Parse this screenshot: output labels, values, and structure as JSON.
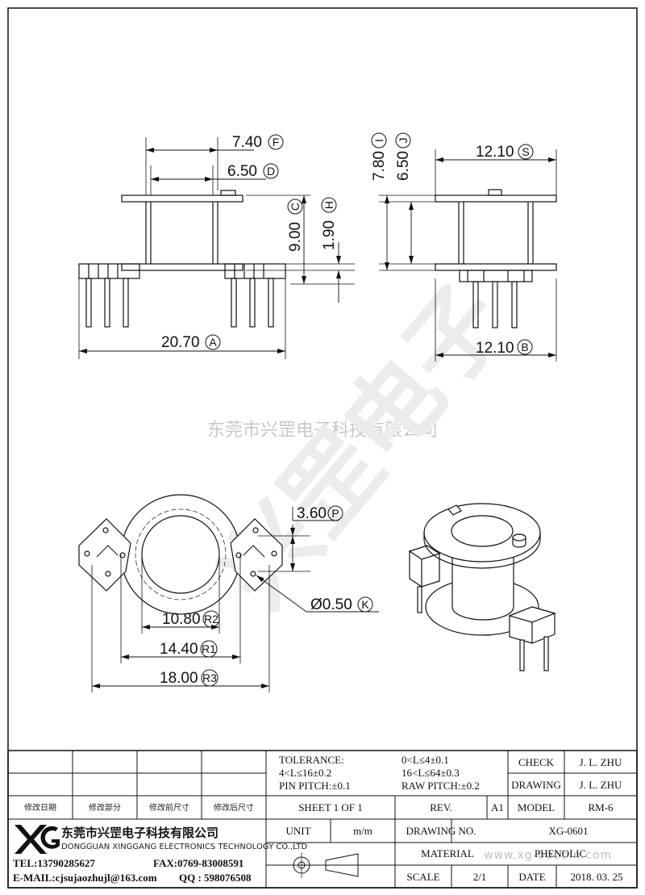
{
  "watermark": {
    "company_cn": "东莞市兴罡电子科技有限公司",
    "big_text": "兴罡电子",
    "website": "www.xg-bobbin.com"
  },
  "dimensions": {
    "F": {
      "value": "7.40",
      "letter": "F"
    },
    "D": {
      "value": "6.50",
      "letter": "D"
    },
    "C": {
      "value": "9.00",
      "letter": "C"
    },
    "H": {
      "value": "1.90",
      "letter": "H"
    },
    "A": {
      "value": "20.70",
      "letter": "A"
    },
    "I": {
      "value": "7.80",
      "letter": "I"
    },
    "J": {
      "value": "6.50",
      "letter": "J"
    },
    "S": {
      "value": "12.10",
      "letter": "S"
    },
    "B": {
      "value": "12.10",
      "letter": "B"
    },
    "P": {
      "value": "3.60",
      "letter": "P"
    },
    "K": {
      "value": "Ø0.50",
      "letter": "K"
    },
    "R2": {
      "value": "10.80",
      "letter": "R2"
    },
    "R1": {
      "value": "14.40",
      "letter": "R1"
    },
    "R3": {
      "value": "18.00",
      "letter": "R3"
    }
  },
  "title_block": {
    "rev_headers": [
      "修改日期",
      "修改部分",
      "修改前尺寸",
      "修改后尺寸"
    ],
    "tolerance_label": "TOLERANCE:",
    "tol_1": "0<L≤4±0.1",
    "tol_2": "4<L≤16±0.2",
    "tol_3": "16<L≤64±0.3",
    "pin_pitch": "PIN PITCH:±0.1",
    "raw_pitch": "RAW PITCH:±0.2",
    "check_label": "CHECK",
    "check_value": "J. L. ZHU",
    "drawing_label": "DRAWING",
    "drawing_value": "J. L. ZHU",
    "sheet": "SHEET 1 OF 1",
    "rev_label": "REV.",
    "rev_value": "A1",
    "model_label": "MODEL",
    "model_value": "RM-6",
    "company_cn": "东莞市兴罡电子科技有限公司",
    "company_en": "DONGGUAN XINGGANG ELECTRONICS TECHNOLOGY CO.,LTD",
    "unit_label": "UNIT",
    "unit_value": "m/m",
    "drawing_no_label": "DRAWING NO.",
    "drawing_no_value": "XG-0601",
    "material_label": "MATERIAL",
    "material_value": "PHENOLIC",
    "tel": "TEL:13790285627",
    "fax": "FAX:0769-83008591",
    "email": "E-MAIL:cjsujaozhujl@163.com",
    "qq": "QQ : 598076508",
    "scale_label": "SCALE",
    "scale_value": "2/1",
    "date_label": "DATE",
    "date_value": "2018. 03. 25"
  }
}
